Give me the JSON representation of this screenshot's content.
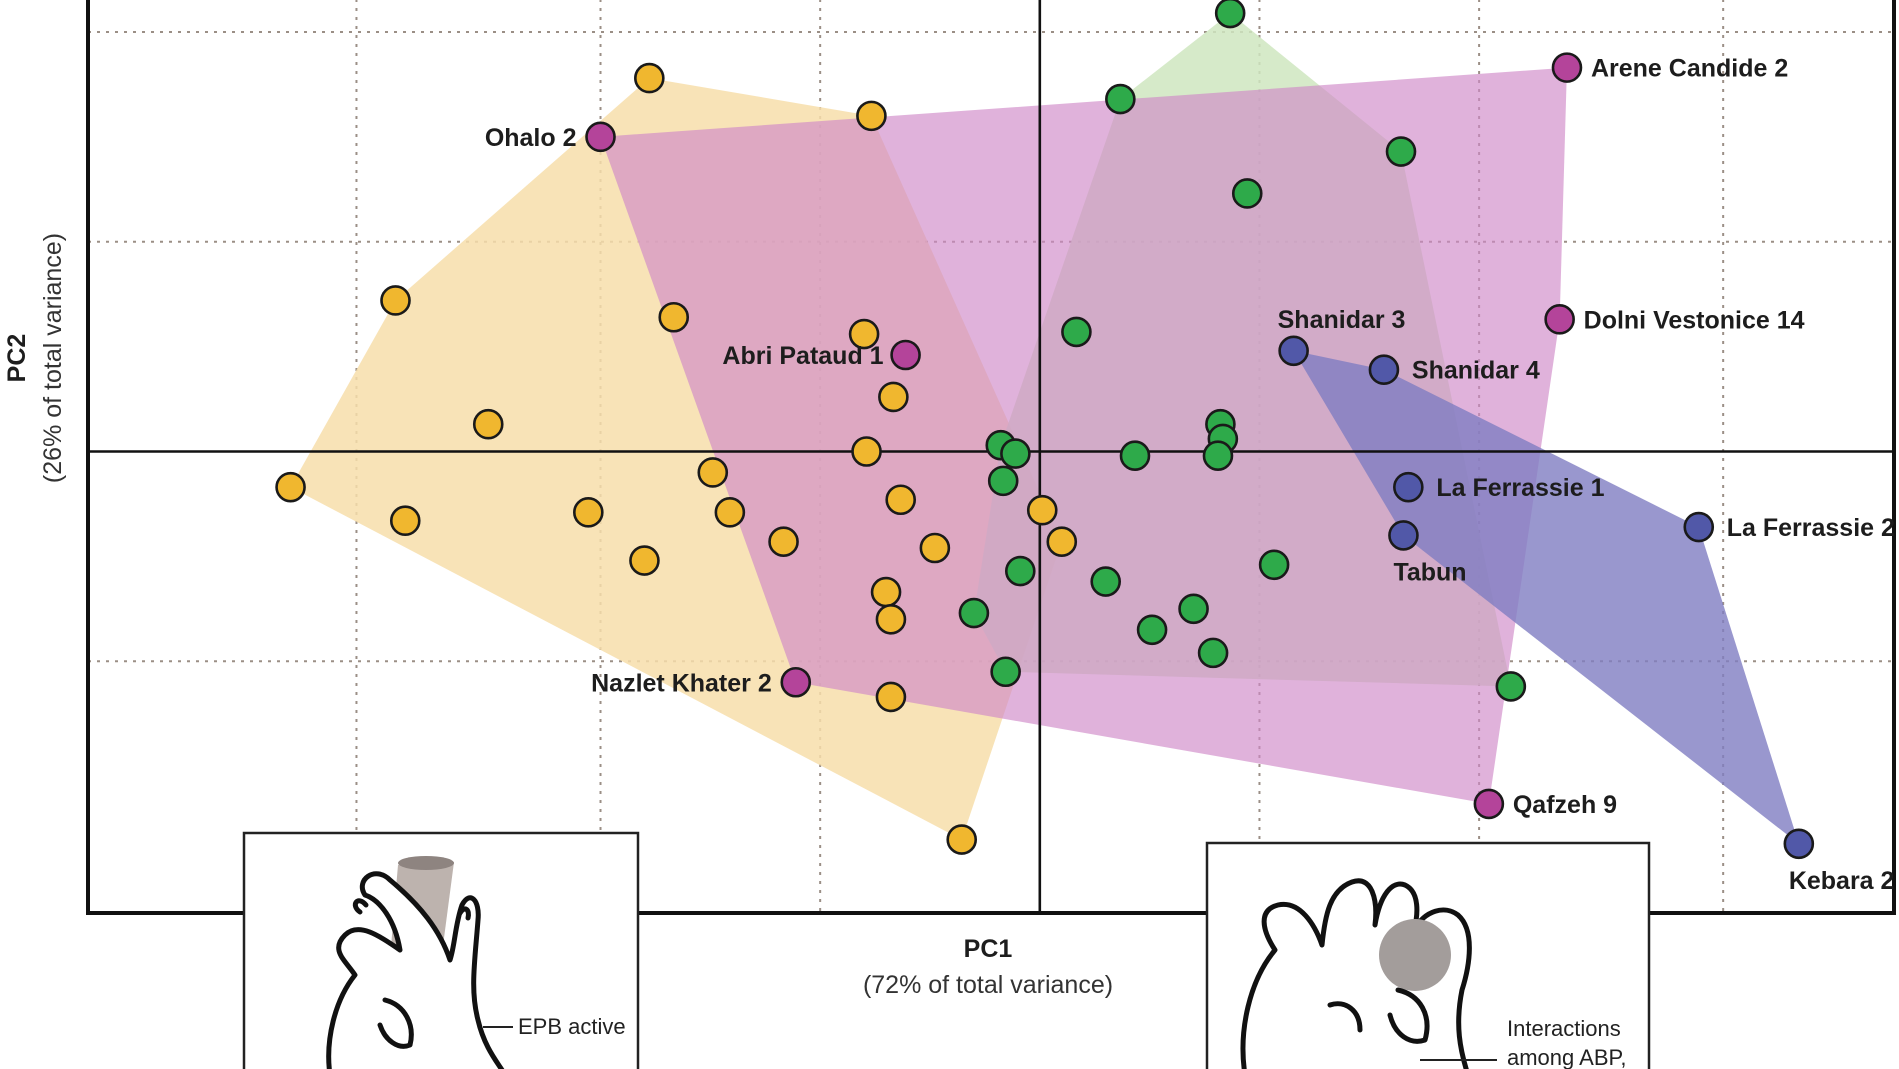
{
  "chart_data": {
    "type": "scatter",
    "xlabel": "PC1",
    "xlabel_note": "(72% of total variance)",
    "ylabel": "PC2",
    "ylabel_note": "(26% of total variance)",
    "xlim": [
      -3.9,
      3.5
    ],
    "ylim": [
      -2.2,
      2.2
    ],
    "grid": true,
    "colors": {
      "yellow": "#f0b72f",
      "green": "#2eaa4a",
      "magenta": "#b4449a",
      "blue": "#5158a8"
    },
    "hull_colors": {
      "yellow": "#f7deaa",
      "green": "#cfe6c0",
      "magenta": "#cf88c8",
      "blue": "#7f7dc2"
    },
    "series": [
      {
        "color": "yellow",
        "points": [
          {
            "x": -1.6,
            "y": 1.78
          },
          {
            "x": -0.69,
            "y": 1.6
          },
          {
            "x": -2.64,
            "y": 0.72
          },
          {
            "x": -1.5,
            "y": 0.64
          },
          {
            "x": -0.72,
            "y": 0.56
          },
          {
            "x": -0.6,
            "y": 0.26
          },
          {
            "x": -2.26,
            "y": 0.13
          },
          {
            "x": -0.71,
            "y": 0.0
          },
          {
            "x": -3.07,
            "y": -0.17
          },
          {
            "x": -1.34,
            "y": -0.1
          },
          {
            "x": -2.6,
            "y": -0.33
          },
          {
            "x": -1.85,
            "y": -0.29
          },
          {
            "x": -1.27,
            "y": -0.29
          },
          {
            "x": -0.57,
            "y": -0.23
          },
          {
            "x": 0.01,
            "y": -0.28
          },
          {
            "x": -1.05,
            "y": -0.43
          },
          {
            "x": -0.43,
            "y": -0.46
          },
          {
            "x": 0.09,
            "y": -0.43
          },
          {
            "x": -1.62,
            "y": -0.52
          },
          {
            "x": -0.63,
            "y": -0.67
          },
          {
            "x": -0.61,
            "y": -0.8
          },
          {
            "x": -0.61,
            "y": -1.17
          },
          {
            "x": -0.32,
            "y": -1.85
          }
        ]
      },
      {
        "color": "green",
        "points": [
          {
            "x": 0.78,
            "y": 2.09
          },
          {
            "x": 0.33,
            "y": 1.68
          },
          {
            "x": 1.48,
            "y": 1.43
          },
          {
            "x": 0.85,
            "y": 1.23
          },
          {
            "x": 0.15,
            "y": 0.57
          },
          {
            "x": 0.74,
            "y": 0.13
          },
          {
            "x": 0.75,
            "y": 0.06
          },
          {
            "x": -0.16,
            "y": 0.03
          },
          {
            "x": -0.1,
            "y": -0.01
          },
          {
            "x": 0.39,
            "y": -0.02
          },
          {
            "x": 0.73,
            "y": -0.02
          },
          {
            "x": -0.15,
            "y": -0.14
          },
          {
            "x": -0.08,
            "y": -0.57
          },
          {
            "x": 0.27,
            "y": -0.62
          },
          {
            "x": 0.96,
            "y": -0.54
          },
          {
            "x": 0.63,
            "y": -0.75
          },
          {
            "x": -0.27,
            "y": -0.77
          },
          {
            "x": 0.46,
            "y": -0.85
          },
          {
            "x": 0.71,
            "y": -0.96
          },
          {
            "x": -0.14,
            "y": -1.05
          },
          {
            "x": 1.93,
            "y": -1.12
          }
        ]
      },
      {
        "color": "magenta",
        "points": [
          {
            "x": 2.16,
            "y": 1.83,
            "label": "Arene Candide 2"
          },
          {
            "x": -1.8,
            "y": 1.5,
            "label": "Ohalo 2"
          },
          {
            "x": 2.13,
            "y": 0.63,
            "label": "Dolni Vestonice 14"
          },
          {
            "x": -0.55,
            "y": 0.46,
            "label": "Abri Pataud 1"
          },
          {
            "x": -1.0,
            "y": -1.1,
            "label": "Nazlet Khater 2"
          },
          {
            "x": 1.84,
            "y": -1.68,
            "label": "Qafzeh 9"
          }
        ]
      },
      {
        "color": "blue",
        "points": [
          {
            "x": 1.04,
            "y": 0.48,
            "label": "Shanidar 3"
          },
          {
            "x": 1.41,
            "y": 0.39,
            "label": "Shanidar 4"
          },
          {
            "x": 1.51,
            "y": -0.17,
            "label": "La Ferrassie 1"
          },
          {
            "x": 1.49,
            "y": -0.4,
            "label": "Tabun"
          },
          {
            "x": 2.7,
            "y": -0.36,
            "label": "La Ferrassie 2"
          },
          {
            "x": 3.11,
            "y": -1.87,
            "label": "Kebara 2"
          }
        ]
      }
    ]
  },
  "insets": {
    "left": {
      "note": "EPB active"
    },
    "right": {
      "note_line1": "Interactions",
      "note_line2": "among ABP,"
    }
  }
}
